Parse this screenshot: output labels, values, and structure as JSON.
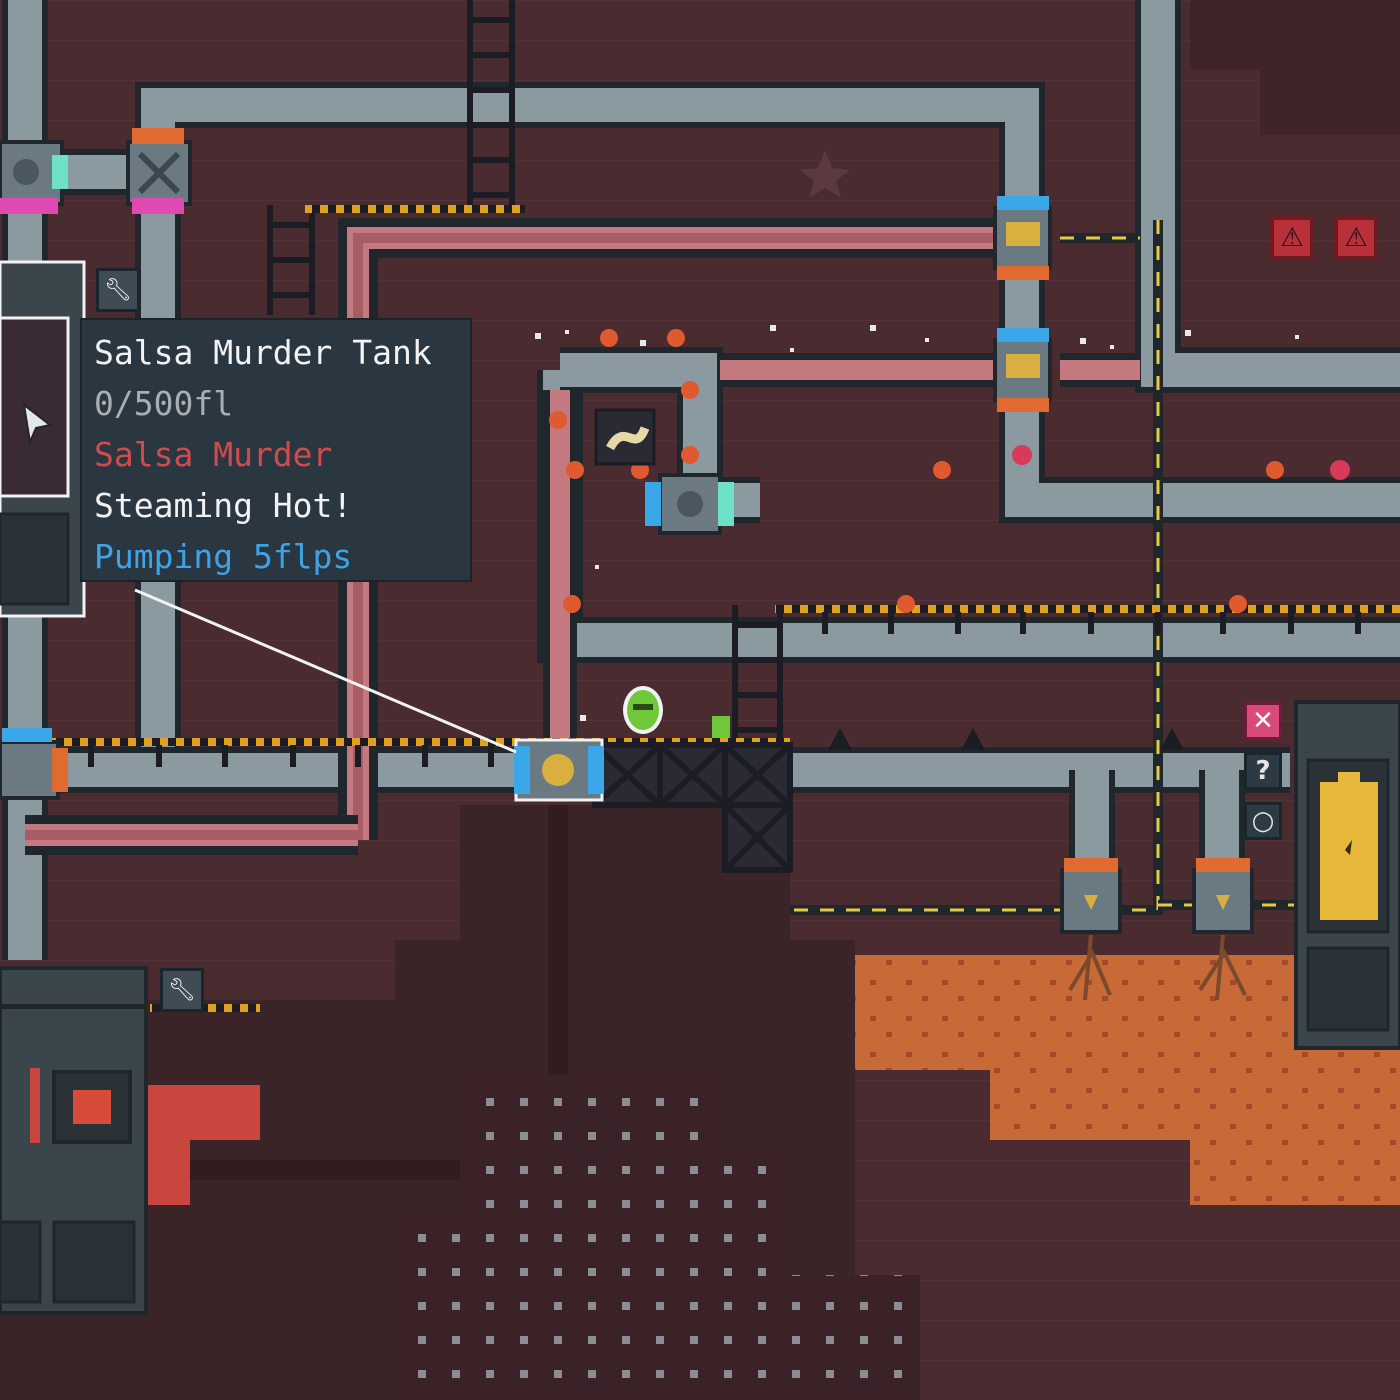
{
  "tooltip": {
    "title": "Salsa Murder Tank",
    "capacity": "0/500fl",
    "contents": "Salsa Murder",
    "state": "Steaming Hot!",
    "rate": "Pumping 5flps"
  },
  "controls": {
    "help_label": "?",
    "close_label": "✕",
    "warning_label": "⚠",
    "cycle_label": "○"
  },
  "colors": {
    "background": "#4a2c30",
    "pipe_gray": "#8a9aa0",
    "pipe_salsa": "#b06a6e",
    "tooltip_bg": "#2a3640",
    "salsa_text": "#d34a4e",
    "rate_text": "#3ea3e6",
    "battery_fill": "#e8b83a",
    "soil_orange": "#c76a38"
  },
  "icons": [
    "wrench-icon",
    "warning-icon",
    "close-icon",
    "help-icon",
    "cycle-icon",
    "battery-icon",
    "fan-icon",
    "cursor-icon",
    "stop-icon"
  ]
}
